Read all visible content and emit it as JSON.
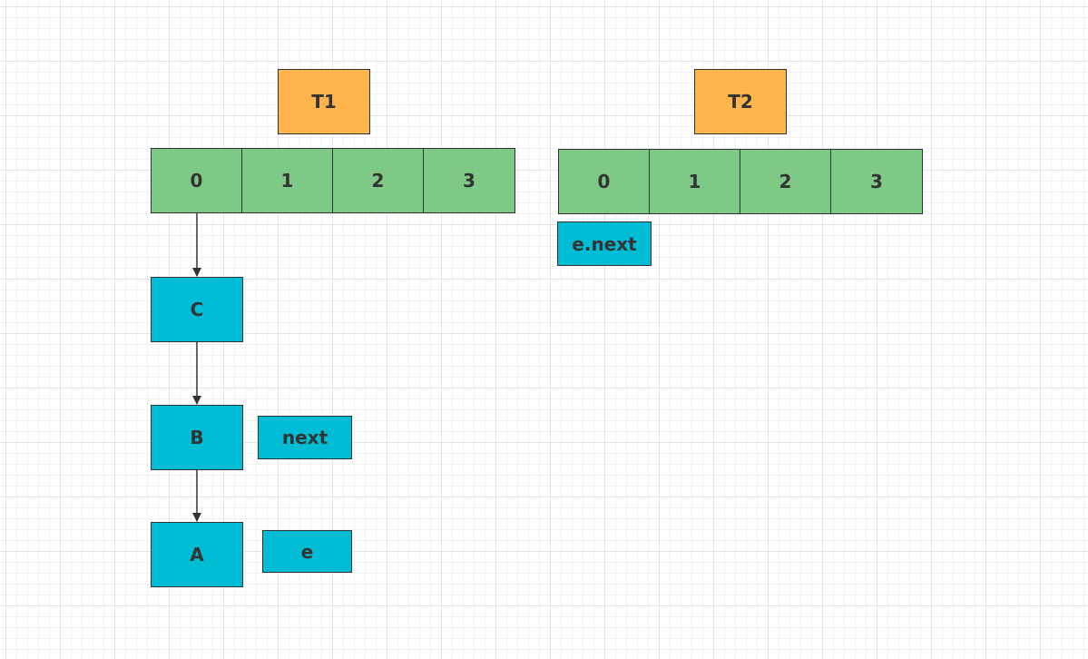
{
  "threads": [
    {
      "label": "T1",
      "color": "#ffb54c"
    },
    {
      "label": "T2",
      "color": "#ffb54c"
    }
  ],
  "tables": [
    {
      "owner": "T1",
      "cells": [
        "0",
        "1",
        "2",
        "3"
      ],
      "color": "#7fc986"
    },
    {
      "owner": "T2",
      "cells": [
        "0",
        "1",
        "2",
        "3"
      ],
      "color": "#7fc986"
    }
  ],
  "chain": {
    "nodes": [
      "C",
      "B",
      "A"
    ],
    "color": "#00bcd4"
  },
  "pointers": {
    "next": "next",
    "e": "e",
    "e_next": "e.next"
  }
}
